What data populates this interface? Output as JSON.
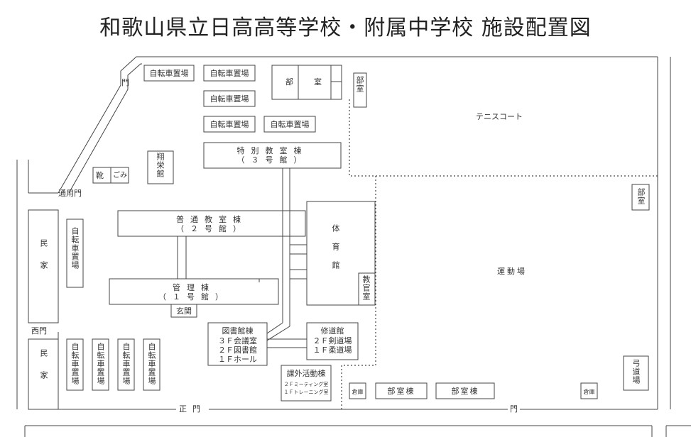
{
  "title": "和歌山県立日高高等学校・附属中学校 施設配置図",
  "labels": {
    "gate_top": "門",
    "bike_1": "自転車置場",
    "bike_2": "自転車置場",
    "bike_3": "自転車置場",
    "bike_4": "自転車置場",
    "bike_5": "自転車置場",
    "club_room_top": "部　室",
    "club_room_small": "部室",
    "tennis": "テニスコート",
    "special_bldg_1": "特別教室棟",
    "special_bldg_2": "（３号館）",
    "shoei": "翔栄館",
    "shoes": "靴",
    "trash": "ごみ",
    "service_gate": "通用門",
    "general_bldg_1": "普通教室棟",
    "general_bldg_2": "（２号館）",
    "gym": "体育館",
    "teacher_room": "教官室",
    "ground": "運動場",
    "club_room_right": "部室",
    "house_1": "民家",
    "bike_left_1": "自転車置場",
    "admin_bldg_1": "管理棟",
    "admin_bldg_2": "（１号館）",
    "entrance": "玄関",
    "west_gate": "西門",
    "library_1": "図書館棟",
    "library_2": "３Ｆ会議室",
    "library_3": "２Ｆ図書館",
    "library_4": "１Ｆホール",
    "dojo_1": "修道館",
    "dojo_2": "２Ｆ剣道場",
    "dojo_3": "１Ｆ柔道場",
    "house_2": "民家",
    "bike_b1": "自転車置場",
    "bike_b2": "自転車置場",
    "bike_b3": "自転車置場",
    "bike_b4": "自転車置場",
    "extra_1": "課外活動棟",
    "extra_2": "２Ｆミーティング室",
    "extra_3": "１Ｆトレーニング室",
    "storage_1": "倉庫",
    "club_bldg_1": "部室棟",
    "club_bldg_2": "部室棟",
    "storage_2": "倉庫",
    "archery": "弓道場",
    "main_gate": "正門",
    "gate_bottom": "門"
  }
}
